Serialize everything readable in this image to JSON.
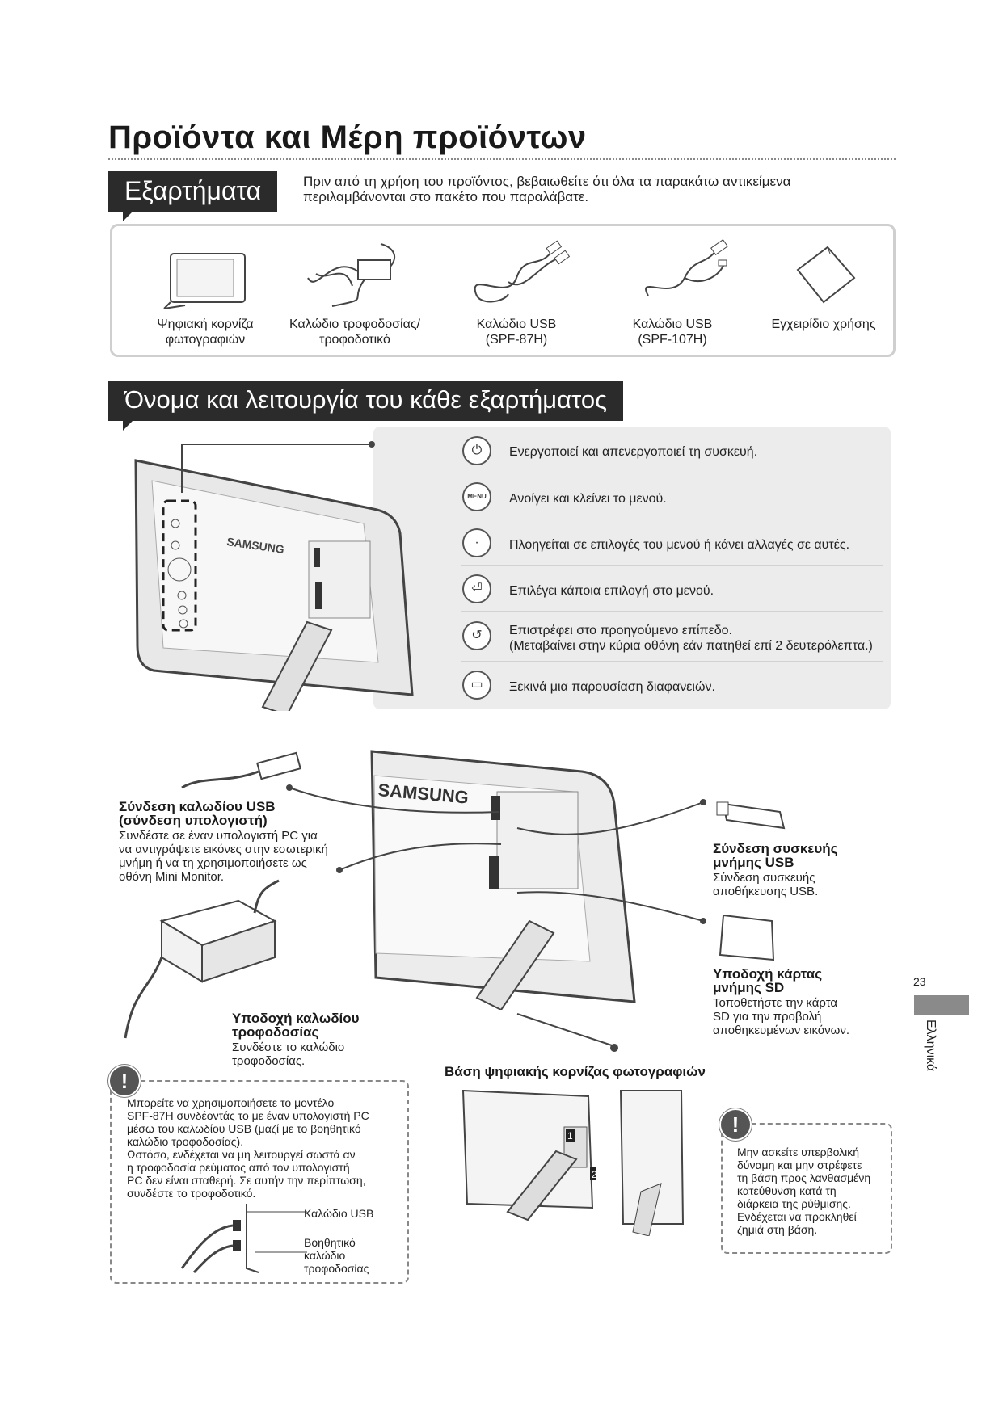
{
  "page_title": "Προϊόντα και Μέρη προϊόντων",
  "section1": {
    "tag": "Εξαρτήματα",
    "intro": "Πριν από τη χρήση του προϊόντος, βεβαιωθείτε ότι όλα τα παρακάτω αντικείμενα περιλαμβάνονται στο πακέτο που παραλάβατε.",
    "components": [
      {
        "line1": "Ψηφιακή κορνίζα",
        "line2": "φωτογραφιών"
      },
      {
        "line1": "Καλώδιο τροφοδοσίας/",
        "line2": "τροφοδοτικό"
      },
      {
        "line1": "Καλώδιο USB",
        "line2": "(SPF-87H)"
      },
      {
        "line1": "Καλώδιο USB",
        "line2": "(SPF-107H)"
      },
      {
        "line1": "Εγχειρίδιο χρήσης",
        "line2": ""
      }
    ]
  },
  "section2": {
    "tag": "Όνομα και λειτουργία του κάθε εξαρτήματος",
    "brand": "SAMSUNG",
    "controls": [
      {
        "icon": "⏻",
        "text": "Ενεργοποιεί και απενεργοποιεί τη συσκευή.",
        "text2": ""
      },
      {
        "icon": "MENU",
        "text": "Ανοίγει και κλείνει το μενού.",
        "text2": ""
      },
      {
        "icon": "·",
        "text": "Πλοηγείται σε επιλογές του μενού ή κάνει αλλαγές σε αυτές.",
        "text2": ""
      },
      {
        "icon": "⏎",
        "text": "Επιλέγει κάποια επιλογή στο μενού.",
        "text2": ""
      },
      {
        "icon": "↺",
        "text": "Επιστρέφει στο προηγούμενο επίπεδο.",
        "text2": "(Μεταβαίνει στην κύρια οθόνη εάν πατηθεί επί 2 δευτερόλεπτα.)"
      },
      {
        "icon": "▭",
        "text": "Ξεκινά μια παρουσίαση διαφανειών.",
        "text2": ""
      }
    ]
  },
  "labels": {
    "usb_pc": {
      "h1": "Σύνδεση καλωδίου USB",
      "h2": "(σύνδεση υπολογιστή)",
      "t1": "Συνδέστε σε έναν υπολογιστή PC για",
      "t2": "να αντιγράψετε εικόνες στην εσωτερική",
      "t3": "μνήμη ή να τη χρησιμοποιήσετε ως",
      "t4": "οθόνη Mini Monitor."
    },
    "power": {
      "h1": "Υποδοχή καλωδίου",
      "h2": "τροφοδοσίας",
      "t1": "Συνδέστε το καλώδιο",
      "t2": "τροφοδοσίας."
    },
    "usb_mem": {
      "h1": "Σύνδεση συσκευής",
      "h2": "μνήμης USB",
      "t1": "Σύνδεση συσκευής",
      "t2": "αποθήκευσης USB."
    },
    "sd": {
      "h1": "Υποδοχή κάρτας",
      "h2": "μνήμης SD",
      "t1": "Τοποθετήστε την κάρτα",
      "t2": "SD για την προβολή",
      "t3": "αποθηκευμένων εικόνων."
    },
    "stand": "Βάση ψηφιακής κορνίζας φωτογραφιών"
  },
  "note_left": {
    "lines": [
      "Μπορείτε να χρησιμοποιήσετε το μοντέλο",
      "SPF-87H συνδέοντάς το με έναν υπολογιστή PC",
      "μέσω του καλωδίου USB (μαζί με το βοηθητικό",
      "καλώδιο τροφοδοσίας).",
      "Ωστόσο, ενδέχεται να μη λειτουργεί σωστά αν",
      "η τροφοδοσία ρεύματος από τον υπολογιστή",
      "PC δεν είναι σταθερή. Σε αυτήν την περίπτωση,",
      "συνδέστε το τροφοδοτικό."
    ],
    "callout1": "Καλώδιο USB",
    "callout2a": "Βοηθητικό",
    "callout2b": "καλώδιο",
    "callout2c": "τροφοδοσίας"
  },
  "note_right": {
    "lines": [
      "Μην ασκείτε υπερβολική",
      "δύναμη και μην στρέφετε",
      "τη βάση προς λανθασμένη",
      "κατεύθυνση κατά τη",
      "διάρκεια της ρύθμισης.",
      "Ενδέχεται να προκληθεί",
      "ζημιά στη βάση."
    ]
  },
  "step1": "1",
  "step2": "2",
  "warn_glyph": "!",
  "page_number": "23",
  "language": "Ελληνικά"
}
